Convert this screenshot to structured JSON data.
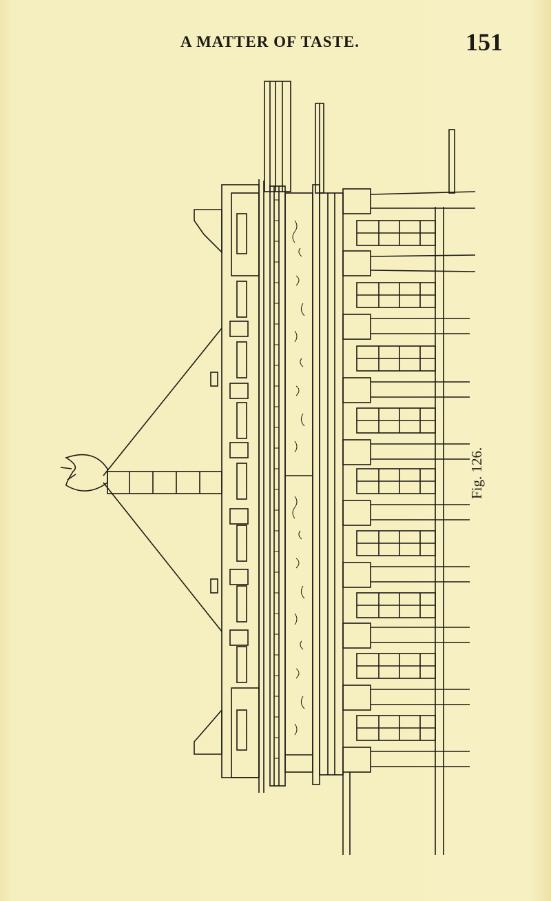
{
  "header": {
    "title": "A MATTER OF TASTE.",
    "page_number": "151"
  },
  "figure": {
    "caption": "Fig. 126.",
    "ink_color": "#1c1a14",
    "paper_color": "#f4eebc"
  }
}
